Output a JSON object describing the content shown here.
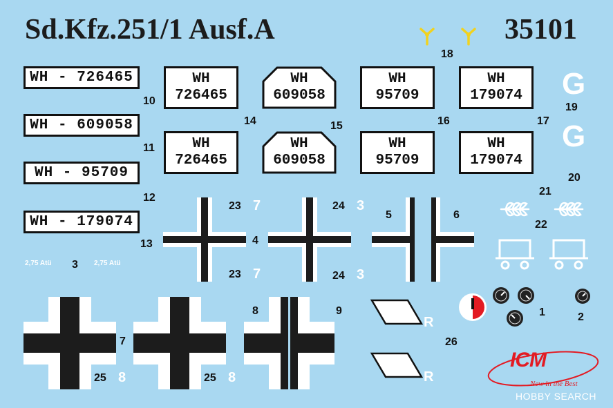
{
  "header": {
    "title": "Sd.Kfz.251/1 Ausf.A",
    "catalog_number": "35101"
  },
  "plates": {
    "long_1": "WH - 726465",
    "long_2": "WH - 609058",
    "long_3": "WH - 95709",
    "long_4": "WH - 179074",
    "r1_a": [
      "WH",
      "726465"
    ],
    "r1_b": [
      "WH",
      "609058"
    ],
    "r1_c": [
      "WH",
      "95709"
    ],
    "r1_d": [
      "WH",
      "179074"
    ],
    "r2_a": [
      "WH",
      "726465"
    ],
    "r2_b": [
      "WH",
      "609058"
    ],
    "r2_c": [
      "WH",
      "95709"
    ],
    "r2_d": [
      "WH",
      "179074"
    ]
  },
  "numbers": {
    "n1": "1",
    "n2": "2",
    "n3": "3",
    "n4": "4",
    "n5": "5",
    "n6": "6",
    "n7": "7",
    "n8": "8",
    "n9": "9",
    "n10": "10",
    "n11": "11",
    "n12": "12",
    "n13": "13",
    "n14": "14",
    "n15": "15",
    "n16": "16",
    "n17": "17",
    "n18": "18",
    "n19": "19",
    "n20": "20",
    "n21": "21",
    "n22": "22",
    "n23": "23",
    "n24": "24",
    "n25": "25",
    "n26": "26"
  },
  "white_numerals": {
    "w7": "7",
    "w3": "3",
    "w8": "8"
  },
  "markings": {
    "tire_pressure": "2,75 Atü",
    "letter_g": "G",
    "letter_r": "R"
  },
  "branding": {
    "logo": "ICM",
    "tagline": "New in the Best",
    "watermark": "HOBBY SEARCH"
  },
  "colors": {
    "background": "#a9d8f1",
    "cross_black": "#1c1c1c",
    "yellow_emblem": "#f1d21f",
    "logo_red": "#e31b23"
  }
}
